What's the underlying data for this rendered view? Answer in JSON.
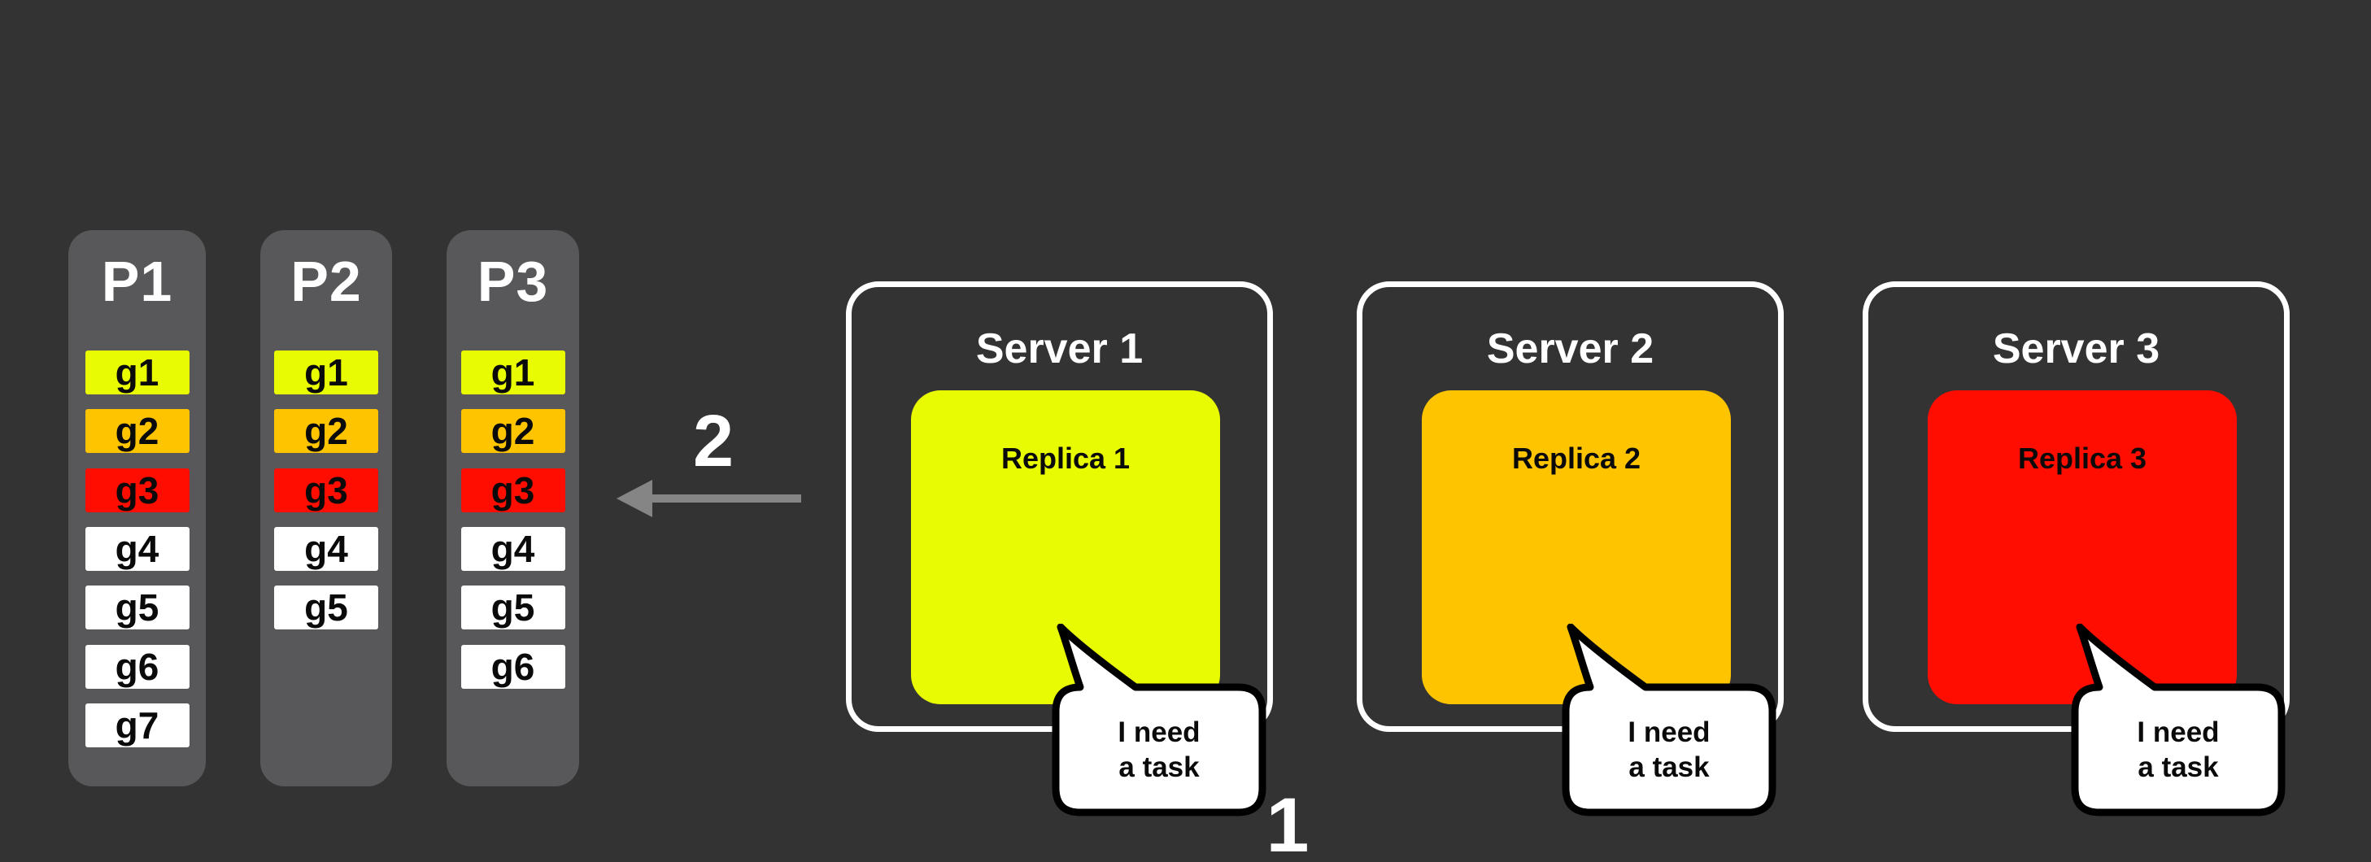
{
  "colors": {
    "background": "#333333",
    "panel": "#58585a",
    "chartreuse": "#e9fb00",
    "amber": "#fec400",
    "red": "#fe0d00",
    "white": "#ffffff",
    "arrow": "#858585",
    "bubble_border": "#000000"
  },
  "partitions": [
    {
      "label": "P1",
      "tasks": [
        {
          "label": "g1",
          "color": "#e9fb00"
        },
        {
          "label": "g2",
          "color": "#fec400"
        },
        {
          "label": "g3",
          "color": "#fe0d00"
        },
        {
          "label": "g4",
          "color": "#ffffff"
        },
        {
          "label": "g5",
          "color": "#ffffff"
        },
        {
          "label": "g6",
          "color": "#ffffff"
        },
        {
          "label": "g7",
          "color": "#ffffff"
        }
      ]
    },
    {
      "label": "P2",
      "tasks": [
        {
          "label": "g1",
          "color": "#e9fb00"
        },
        {
          "label": "g2",
          "color": "#fec400"
        },
        {
          "label": "g3",
          "color": "#fe0d00"
        },
        {
          "label": "g4",
          "color": "#ffffff"
        },
        {
          "label": "g5",
          "color": "#ffffff"
        }
      ]
    },
    {
      "label": "P3",
      "tasks": [
        {
          "label": "g1",
          "color": "#e9fb00"
        },
        {
          "label": "g2",
          "color": "#fec400"
        },
        {
          "label": "g3",
          "color": "#fe0d00"
        },
        {
          "label": "g4",
          "color": "#ffffff"
        },
        {
          "label": "g5",
          "color": "#ffffff"
        },
        {
          "label": "g6",
          "color": "#ffffff"
        }
      ]
    }
  ],
  "servers": [
    {
      "title": "Server 1",
      "replica": {
        "label": "Replica 1",
        "color": "#e9fb00"
      },
      "bubble": {
        "line1": "I need",
        "line2": "a task"
      }
    },
    {
      "title": "Server 2",
      "replica": {
        "label": "Replica 2",
        "color": "#fec400"
      },
      "bubble": {
        "line1": "I need",
        "line2": "a task"
      }
    },
    {
      "title": "Server 3",
      "replica": {
        "label": "Replica 3",
        "color": "#fe0d00"
      },
      "bubble": {
        "line1": "I need",
        "line2": "a task"
      }
    }
  ],
  "annotations": {
    "step_request": "1",
    "step_assign": "2"
  }
}
